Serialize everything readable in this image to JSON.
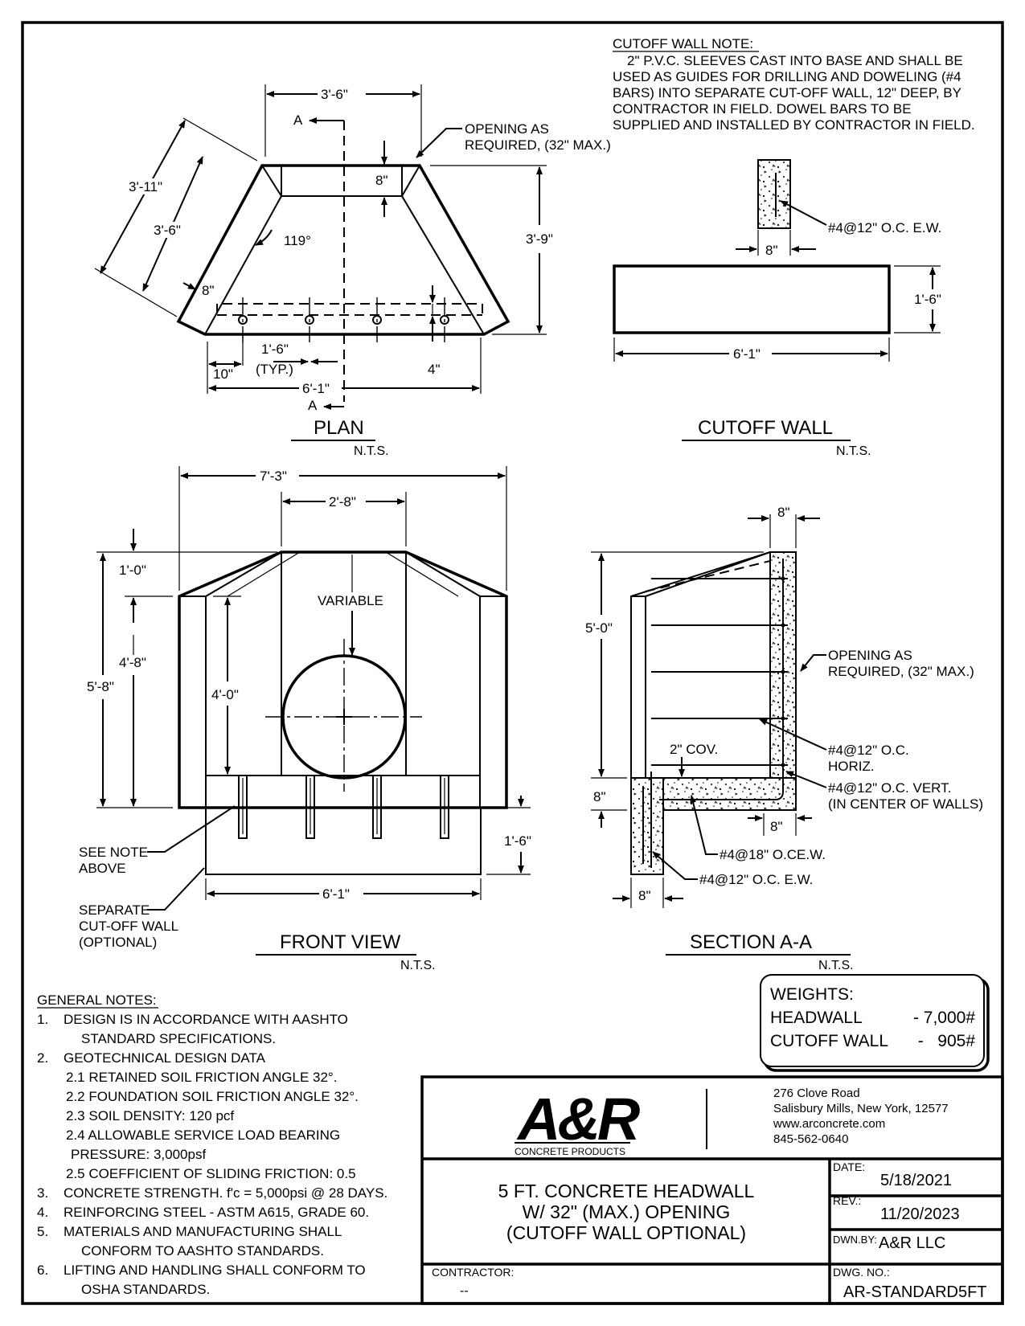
{
  "cutoff_note": {
    "heading": "CUTOFF WALL NOTE:",
    "lines": [
      "2\" P.V.C. SLEEVES CAST INTO BASE AND SHALL BE",
      "USED AS GUIDES FOR DRILLING AND DOWELING (#4",
      "BARS) INTO SEPARATE CUT-OFF WALL, 12\" DEEP, BY",
      "CONTRACTOR IN FIELD.  DOWEL BARS TO BE",
      "SUPPLIED AND INSTALLED BY CONTRACTOR IN FIELD."
    ]
  },
  "plan": {
    "title": "PLAN",
    "scale": "N.T.S.",
    "dims": {
      "top_width": "3'-6\"",
      "wing_outer": "3'-11\"",
      "wing_inner": "3'-6\"",
      "depth": "3'-9\"",
      "thick_top": "8\"",
      "thick_side": "8\"",
      "angle": "119°",
      "spacing": "1'-6\"",
      "spacing_typ": "(TYP.)",
      "edge_offset": "10\"",
      "inset": "4\"",
      "bottom_width": "6'-1\"",
      "section_mark": "A"
    },
    "opening_note": [
      "OPENING AS",
      "REQUIRED, (32\" MAX.)"
    ]
  },
  "cutoff_wall": {
    "title": "CUTOFF WALL",
    "scale": "N.T.S.",
    "rebar": "#4@12\" O.C. E.W.",
    "thickness": "8\"",
    "height": "1'-6\"",
    "length": "6'-1\""
  },
  "front_view": {
    "title": "FRONT VIEW",
    "scale": "N.T.S.",
    "dims": {
      "overall_width": "7'-3\"",
      "opening_width": "2'-8\"",
      "top_step": "1'-0\"",
      "wing_height": "4'-8\"",
      "overall_height": "5'-8\"",
      "inner_height": "4'-0\"",
      "variable": "VARIABLE",
      "cutoff_height": "1'-6\"",
      "base_width": "6'-1\""
    },
    "see_note": [
      "SEE NOTE",
      "ABOVE"
    ],
    "separate": [
      "SEPARATE",
      "CUT-OFF WALL",
      "(OPTIONAL)"
    ]
  },
  "section": {
    "title": "SECTION A-A",
    "scale": "N.T.S.",
    "dims": {
      "wall_thick_top": "8\"",
      "height": "5'-0\"",
      "base_thick": "8\"",
      "cover": "2\" COV.",
      "heel": "8\"",
      "cutoff_thick": "8\""
    },
    "opening_note": [
      "OPENING AS",
      "REQUIRED, (32\" MAX.)"
    ],
    "horiz_note": [
      "#4@12\" O.C.",
      "HORIZ."
    ],
    "vert_note": [
      "#4@12\" O.C. VERT.",
      "(IN CENTER OF WALLS)"
    ],
    "base_note": "#4@18\" O.CE.W.",
    "cutoff_note": "#4@12\" O.C. E.W."
  },
  "weights": {
    "heading": "WEIGHTS:",
    "rows": [
      {
        "label": "HEADWALL",
        "value": "- 7,000#"
      },
      {
        "label": "CUTOFF WALL",
        "value": "-   905#"
      }
    ]
  },
  "general_notes": {
    "heading": "GENERAL NOTES:",
    "lines": [
      {
        "num": "1.",
        "text": "DESIGN IS IN ACCORDANCE WITH AASHTO"
      },
      {
        "num": "",
        "text": "STANDARD SPECIFICATIONS."
      },
      {
        "num": "2.",
        "text": "GEOTECHNICAL DESIGN DATA"
      },
      {
        "num": "",
        "text": "2.1  RETAINED SOIL FRICTION ANGLE 32°."
      },
      {
        "num": "",
        "text": "2.2  FOUNDATION SOIL FRICTION ANGLE 32°."
      },
      {
        "num": "",
        "text": "2.3  SOIL DENSITY: 120 pcf"
      },
      {
        "num": "",
        "text": "2.4  ALLOWABLE SERVICE LOAD BEARING"
      },
      {
        "num": "",
        "text": "PRESSURE: 3,000psf"
      },
      {
        "num": "",
        "text": "2.5  COEFFICIENT OF SLIDING FRICTION: 0.5"
      },
      {
        "num": "3.",
        "text": "CONCRETE STRENGTH. f'c = 5,000psi @ 28 DAYS."
      },
      {
        "num": "4.",
        "text": "REINFORCING STEEL - ASTM A615, GRADE 60."
      },
      {
        "num": "5.",
        "text": "MATERIALS AND MANUFACTURING SHALL"
      },
      {
        "num": "",
        "text": "CONFORM TO AASHTO STANDARDS."
      },
      {
        "num": "6.",
        "text": "LIFTING AND HANDLING SHALL CONFORM TO"
      },
      {
        "num": "",
        "text": "OSHA STANDARDS."
      }
    ]
  },
  "title_block": {
    "logo_text": "A&R",
    "logo_sub": "CONCRETE PRODUCTS",
    "address": [
      "276 Clove Road",
      "Salisbury Mills, New York, 12577",
      "www.arconcrete.com",
      "845-562-0640"
    ],
    "drawing_title": [
      "5 FT. CONCRETE HEADWALL",
      "W/ 32\" (MAX.) OPENING",
      "(CUTOFF WALL OPTIONAL)"
    ],
    "date_label": "DATE:",
    "date": "5/18/2021",
    "rev_label": "REV.:",
    "rev": "11/20/2023",
    "dwn_label": "DWN.BY:",
    "dwn": "A&R LLC",
    "contractor_label": "CONTRACTOR:",
    "contractor": "--",
    "dwg_label": "DWG. NO.:",
    "dwg": "AR-STANDARD5FT"
  }
}
